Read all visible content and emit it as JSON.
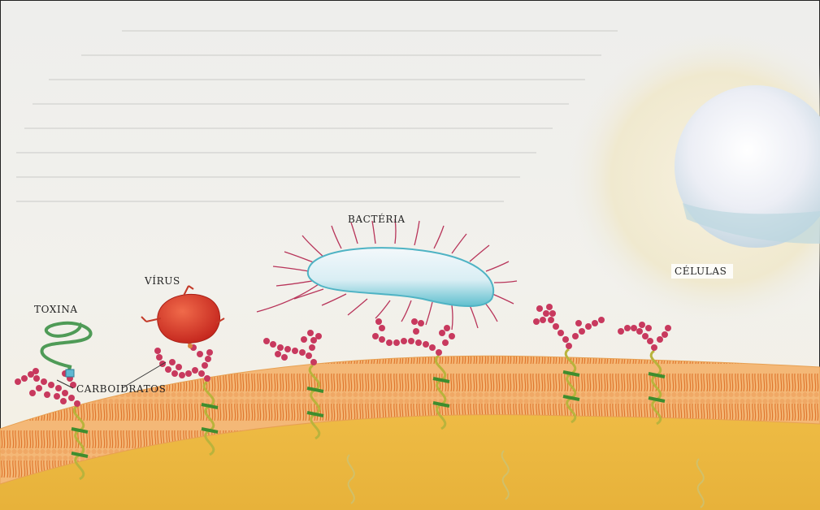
{
  "labels": {
    "bacteria": "BACTÉRIA",
    "virus": "VÍRUS",
    "toxina": "TOXINA",
    "carboidratos": "CARBOIDRATOS",
    "celulas": "CÉLULAS"
  },
  "colors": {
    "membrane_lipid": "#e9873a",
    "cytoplasm": "#f2bf3e",
    "carbohydrate_bead": "#c8395e",
    "protein_helix": "#b9b33c",
    "virus": "#d83a2a",
    "bacteria_body": "#7fc9d6",
    "toxin": "#4f9b57"
  }
}
